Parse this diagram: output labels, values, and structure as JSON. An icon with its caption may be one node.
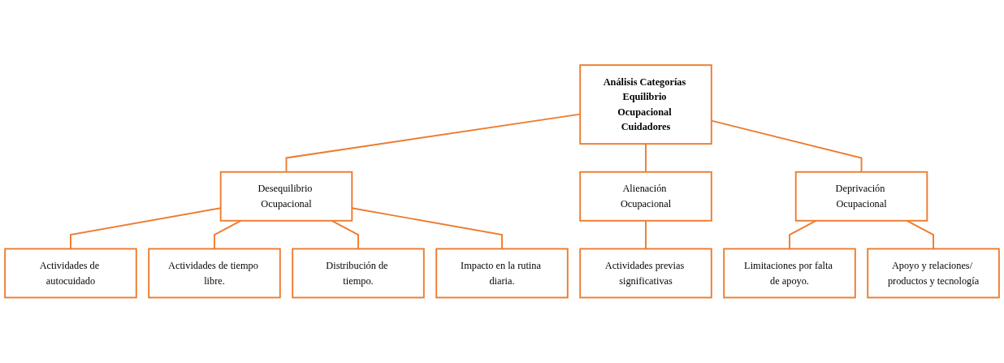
{
  "diagram": {
    "nodes": [
      {
        "text": [
          "Análisis Categorías Equilibrio Ocupacional Cuidadores"
        ]
      },
      {
        "text": [
          "Desequilibrio Ocupacional"
        ]
      },
      {
        "text": [
          "Alienación Ocupacional"
        ]
      },
      {
        "text": [
          "Deprivación Ocupacional"
        ]
      },
      {
        "text": [
          "Actividades de autocuidado"
        ]
      },
      {
        "text": [
          "Actividades de tiempo libre."
        ]
      },
      {
        "text": [
          "Distribución de tiempo."
        ]
      },
      {
        "text": [
          "Impacto en la rutina diaria."
        ]
      },
      {
        "text": [
          "Actividades previas significativas"
        ]
      },
      {
        "text": [
          "Limitaciones por falta de apoyo."
        ]
      },
      {
        "text": [
          "Apoyo y relaciones/ productos y tecnología"
        ]
      }
    ],
    "edges": [
      {
        "from": 0,
        "to": 1,
        "arrow": "none"
      },
      {
        "from": 0,
        "to": 2,
        "arrow": "none"
      },
      {
        "from": 0,
        "to": 3,
        "arrow": "none"
      },
      {
        "from": 1,
        "to": 4,
        "arrow": "none"
      },
      {
        "from": 1,
        "to": 5,
        "arrow": "none"
      },
      {
        "from": 1,
        "to": 6,
        "arrow": "none"
      },
      {
        "from": 1,
        "to": 7,
        "arrow": "none"
      },
      {
        "from": 2,
        "to": 8,
        "arrow": "none"
      },
      {
        "from": 3,
        "to": 9,
        "arrow": "none"
      },
      {
        "from": 3,
        "to": 10,
        "arrow": "none"
      }
    ]
  }
}
